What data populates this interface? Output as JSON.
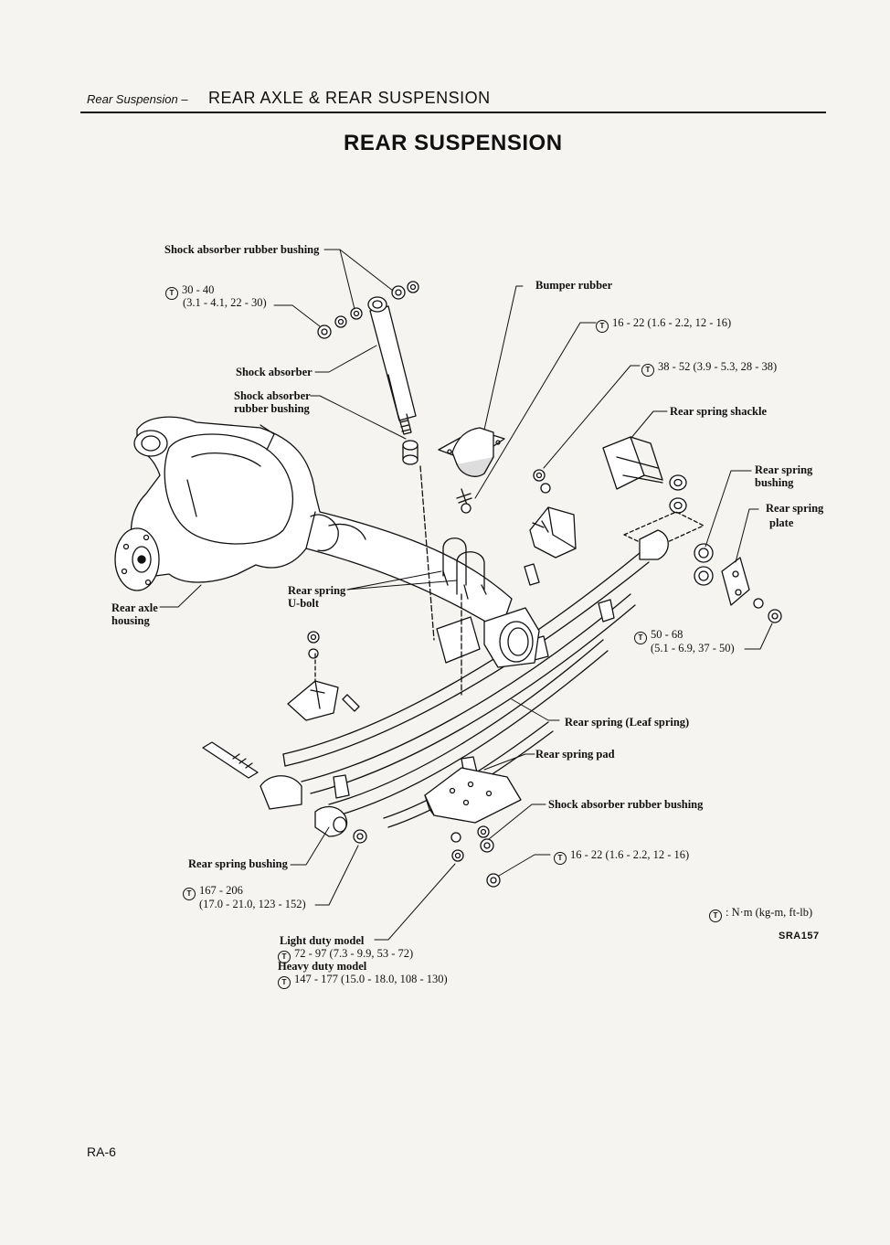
{
  "header": {
    "section": "Rear Suspension –",
    "chapter": "REAR AXLE & REAR SUSPENSION"
  },
  "title": "REAR SUSPENSION",
  "labels": {
    "shock_bushing_top": "Shock absorber rubber bushing",
    "torque_30_40_a": "30 - 40",
    "torque_30_40_b": "(3.1 - 4.1, 22 - 30)",
    "bumper_rubber": "Bumper rubber",
    "torque_16_22_top": "16 - 22 (1.6 - 2.2, 12 - 16)",
    "torque_38_52": "38 - 52 (3.9 - 5.3, 28 - 38)",
    "shock_absorber": "Shock absorber",
    "shock_bushing_mid_a": "Shock absorber",
    "shock_bushing_mid_b": "rubber bushing",
    "rear_spring_shackle": "Rear spring shackle",
    "rear_spring_bushing_right_a": "Rear spring",
    "rear_spring_bushing_right_b": "bushing",
    "rear_spring_plate_a": "Rear spring",
    "rear_spring_plate_b": "plate",
    "u_bolt_a": "Rear spring",
    "u_bolt_b": "U-bolt",
    "axle_housing_a": "Rear axle",
    "axle_housing_b": "housing",
    "torque_50_68_a": "50 - 68",
    "torque_50_68_b": "(5.1 - 6.9, 37 - 50)",
    "leaf_spring": "Rear spring (Leaf spring)",
    "spring_pad": "Rear spring pad",
    "shock_bushing_bottom": "Shock absorber rubber bushing",
    "rear_spring_bushing_left": "Rear spring bushing",
    "torque_16_22_bottom": "16 - 22 (1.6 - 2.2, 12 - 16)",
    "torque_167_206_a": "167 - 206",
    "torque_167_206_b": "(17.0 - 21.0, 123 - 152)",
    "light_duty": "Light duty model",
    "torque_72_97": "72 - 97 (7.3 - 9.9, 53 - 72)",
    "heavy_duty": "Heavy duty model",
    "torque_147_177": "147 - 177 (15.0 - 18.0, 108 - 130)",
    "legend_units": ": N·m (kg-m, ft-lb)"
  },
  "torque_symbol": "T",
  "figure_code": "SRA157",
  "page_number": "RA-6"
}
